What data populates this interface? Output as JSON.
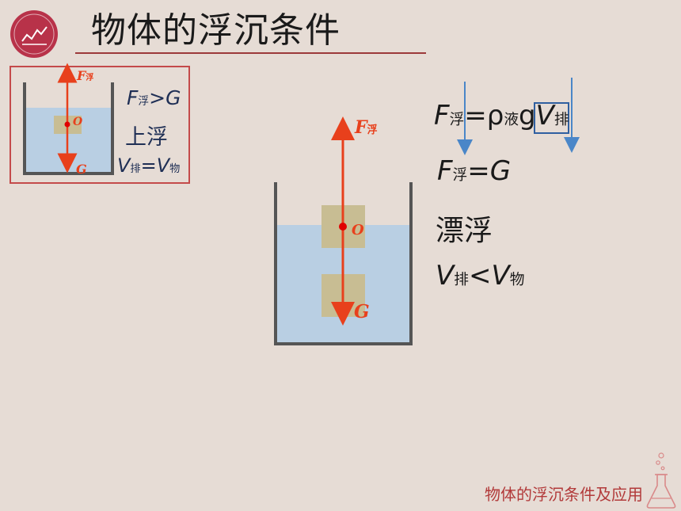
{
  "slide": {
    "title": "物体的浮沉条件",
    "footer": "物体的浮沉条件及应用",
    "accent_color": "#b83249",
    "logo_icon": "line-chart-icon",
    "flask_icon": "flask-icon"
  },
  "small_panel": {
    "force_up_F": "F",
    "force_up_sub": "浮",
    "force_down": "G",
    "center": "O",
    "line1_F": "F",
    "line1_sub": "浮",
    "line1_rest": ">G",
    "line2": "上浮",
    "line3_V": "V",
    "line3_sub1": "排",
    "line3_eq": "=V",
    "line3_sub2": "物"
  },
  "main_diagram": {
    "force_up_F": "F",
    "force_up_sub": "浮",
    "force_down": "G",
    "center": "O"
  },
  "formulas": {
    "eq1_F": "F",
    "eq1_sub": "浮",
    "eq1_mid": "=ρ",
    "eq1_sub2": "液",
    "eq1_g": "g",
    "eq1_V": "V",
    "eq1_sub3": "排",
    "eq2_F": "F",
    "eq2_sub": "浮",
    "eq2_rest": "=G",
    "state": "漂浮",
    "eq3_V": "V",
    "eq3_sub1": "排",
    "eq3_lt": "<V",
    "eq3_sub2": "物"
  }
}
